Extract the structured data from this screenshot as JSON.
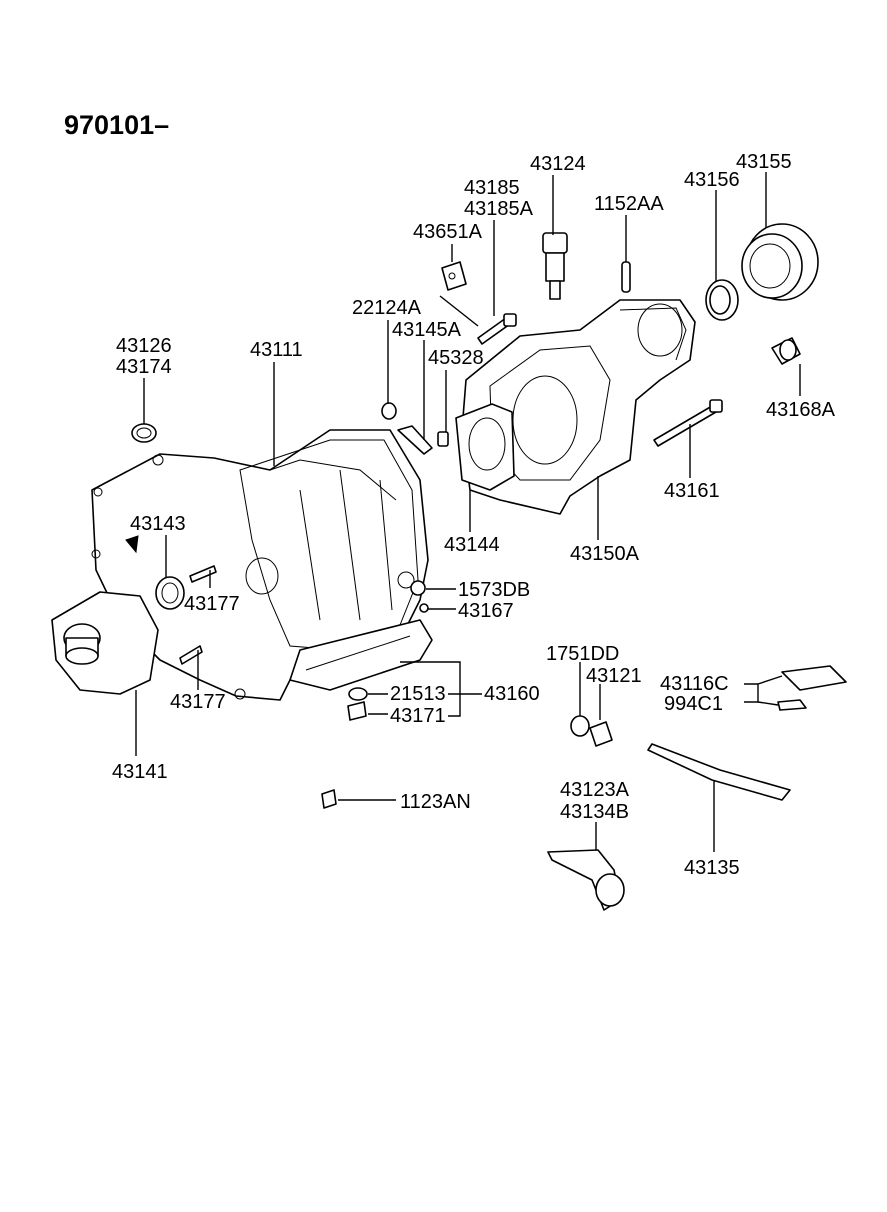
{
  "title": "970101–",
  "labels": {
    "p43124": "43124",
    "p43155": "43155",
    "p43185": "43185",
    "p43185A": "43185A",
    "p43156": "43156",
    "p1152AA": "1152AA",
    "p43651A": "43651A",
    "p22124A": "22124A",
    "p43145A": "43145A",
    "p43126": "43126",
    "p43174": "43174",
    "p43111": "43111",
    "p45328": "45328",
    "p43168A": "43168A",
    "p43161": "43161",
    "p43143": "43143",
    "p43144": "43144",
    "p43150A": "43150A",
    "p1573DB": "1573DB",
    "p43177a": "43177",
    "p43167": "43167",
    "p1751DD": "1751DD",
    "p43121": "43121",
    "p43116C": "43116C",
    "p994C1": "994C1",
    "p21513": "21513",
    "p43160": "43160",
    "p43177b": "43177",
    "p43171": "43171",
    "p43141": "43141",
    "p1123AN": "1123AN",
    "p43123A": "43123A",
    "p43134B": "43134B",
    "p43135": "43135"
  }
}
